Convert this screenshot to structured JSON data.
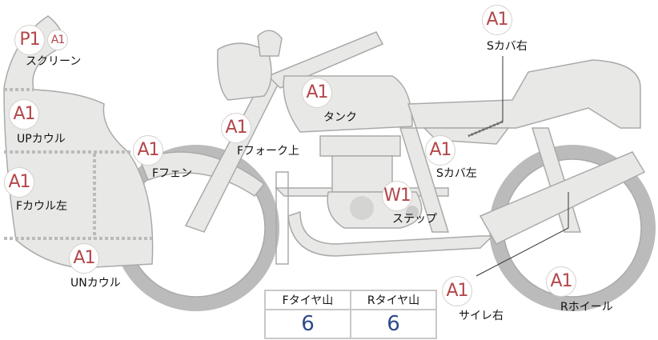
{
  "parts": [
    {
      "id": "screen",
      "grade": "P1",
      "extra_grade": "A1",
      "label": "スクリーン"
    },
    {
      "id": "up-cowl",
      "grade": "A1",
      "label": "UPカウル"
    },
    {
      "id": "f-fender",
      "grade": "A1",
      "label": "Fフェン"
    },
    {
      "id": "f-cowl-left",
      "grade": "A1",
      "label": "Fカウル左"
    },
    {
      "id": "un-cowl",
      "grade": "A1",
      "label": "UNカウル"
    },
    {
      "id": "f-fork-upper",
      "grade": "A1",
      "label": "Fフォーク上"
    },
    {
      "id": "tank",
      "grade": "A1",
      "label": "タンク"
    },
    {
      "id": "s-cover-right",
      "grade": "A1",
      "label": "Sカバ右"
    },
    {
      "id": "s-cover-left",
      "grade": "A1",
      "label": "Sカバ左"
    },
    {
      "id": "step",
      "grade": "W1",
      "label": "ステップ"
    },
    {
      "id": "silencer-right",
      "grade": "A1",
      "label": "サイレ右"
    },
    {
      "id": "r-wheel",
      "grade": "A1",
      "label": "Rホイール"
    }
  ],
  "tire_table": {
    "headers": [
      "Fタイヤ山",
      "Rタイヤ山"
    ],
    "values": [
      "6",
      "6"
    ]
  },
  "colors": {
    "part_fill": "#e8e8e6",
    "part_stroke": "#aaaaaa",
    "grade_text": "#b3474a",
    "value_text": "#2d4a8a"
  }
}
